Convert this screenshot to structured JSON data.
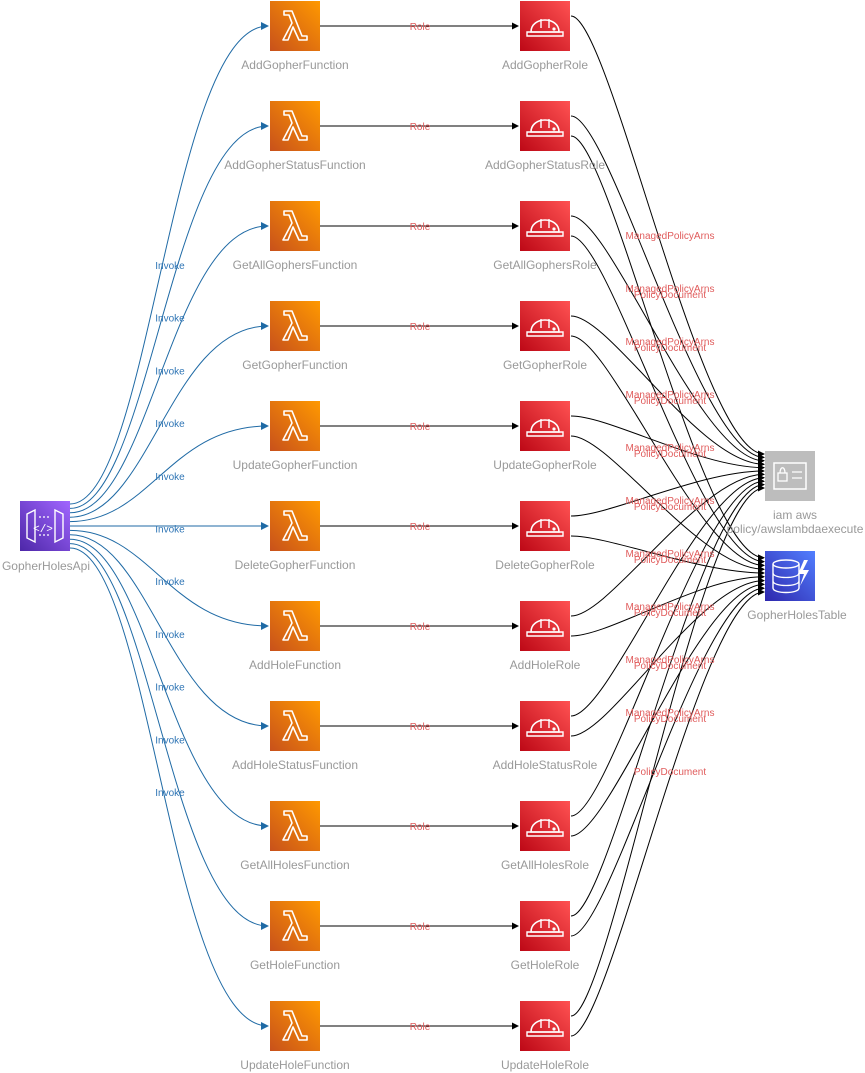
{
  "api": {
    "label": "GopherHolesApi",
    "color": "#8c4fff"
  },
  "functions": [
    "AddGopherFunction",
    "AddGopherStatusFunction",
    "GetAllGophersFunction",
    "GetGopherFunction",
    "UpdateGopherFunction",
    "DeleteGopherFunction",
    "AddHoleFunction",
    "AddHoleStatusFunction",
    "GetAllHolesFunction",
    "GetHoleFunction",
    "UpdateHoleFunction"
  ],
  "roles": [
    "AddGopherRole",
    "AddGopherStatusRole",
    "GetAllGophersRole",
    "GetGopherRole",
    "UpdateGopherRole",
    "DeleteGopherRole",
    "AddHoleRole",
    "AddHoleStatusRole",
    "GetAllHolesRole",
    "GetHoleRole",
    "UpdateHoleRole"
  ],
  "policy": {
    "label_line1": "iam aws",
    "label_line2": "policy/awslambdaexecute",
    "color": "#bdbdbd"
  },
  "table": {
    "label": "GopherHolesTable",
    "color": "#3b48cc"
  },
  "edge_labels": {
    "invoke": [
      "Invoke",
      "Invoke",
      "Invoke",
      "Invoke",
      "Invoke",
      "Invoke",
      "Invoke",
      "Invoke",
      "Invoke",
      "Invoke",
      "Invoke"
    ],
    "role": [
      "Role",
      "Role",
      "Role",
      "Role",
      "Role",
      "Role",
      "Role",
      "Role",
      "Role",
      "Role",
      "Role"
    ],
    "managed": [
      "ManagedPolicyArns",
      "ManagedPolicyArns",
      "ManagedPolicyArns",
      "ManagedPolicyArns",
      "ManagedPolicyArns",
      "ManagedPolicyArns",
      "ManagedPolicyArns",
      "ManagedPolicyArns",
      "ManagedPolicyArns",
      "ManagedPolicyArns"
    ],
    "policy_doc": [
      "PolicyDocument",
      "PolicyDocument",
      "PolicyDocument",
      "PolicyDocument",
      "PolicyDocument",
      "PolicyDocument",
      "PolicyDocument",
      "PolicyDocument",
      "PolicyDocument",
      "PolicyDocument"
    ]
  },
  "colors": {
    "lambda": "#ed7100",
    "role": "#dd344c",
    "invoke_edge": "#1f6aa5",
    "role_edge": "#000000"
  }
}
